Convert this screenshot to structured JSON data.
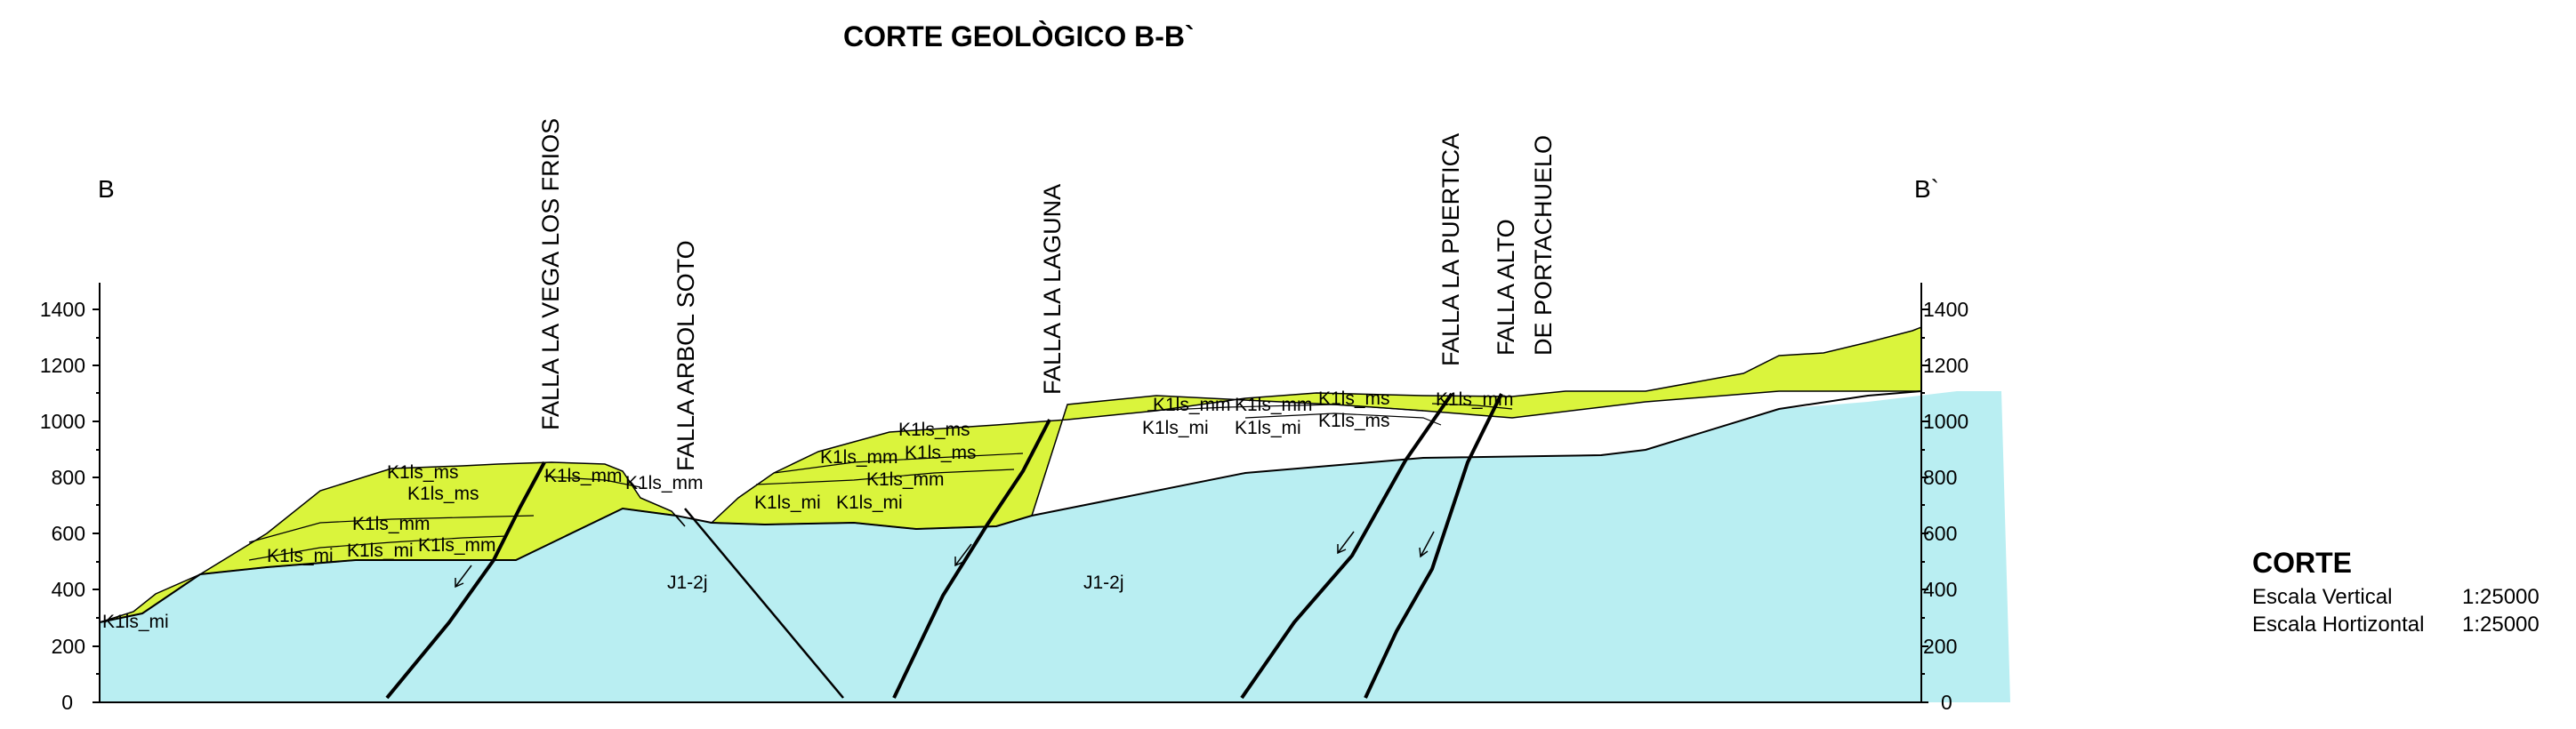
{
  "title": "CORTE GEOLÒGICO  B-B`",
  "ends": {
    "left": "B",
    "right": "B`"
  },
  "faults": {
    "vega": "FALLA LA VEGA LOS FRIOS",
    "arbol": "FALLA ARBOL SOTO",
    "laguna": "FALLA LA LAGUNA",
    "puertica": "FALLA LA PUERTICA",
    "alto": [
      "FALLA ALTO",
      "DE PORTACHUELO"
    ]
  },
  "units": {
    "ms": "K1ls_ms",
    "mm": "K1ls_mm",
    "mi": "K1ls_mi",
    "jura": "J1-2j"
  },
  "elevation_axis": {
    "ticks": [
      "1400",
      "1200",
      "1000",
      "800",
      "600",
      "400",
      "200",
      "0"
    ],
    "range": [
      0,
      1500
    ]
  },
  "legend": {
    "heading": "CORTE",
    "vertical_label": "Escala Vertical",
    "vertical_value": "1:25000",
    "horizontal_label": "Escala Hortizontal",
    "horizontal_value": "1:25000"
  },
  "colors": {
    "jurassic": "#b9eef2",
    "cretaceous": "#daf43c",
    "lines": "#000000"
  }
}
